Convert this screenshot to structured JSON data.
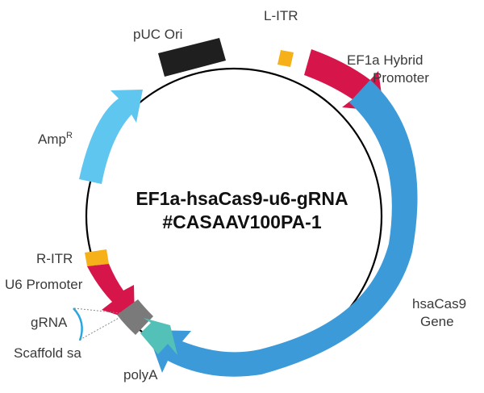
{
  "title_line1": "EF1a-hsaCas9-u6-gRNA",
  "title_line2": "#CASAAV100PA-1",
  "labels": {
    "puc_ori": "pUC Ori",
    "l_itr": "L-ITR",
    "ef1a_line1": "EF1a Hybrid",
    "ef1a_line2": "Promoter",
    "amp": "Amp",
    "amp_sup": "R",
    "r_itr": "R-ITR",
    "u6": "U6 Promoter",
    "grna": "gRNA",
    "scaffold": "Scaffold sa",
    "polya": "polyA",
    "cas9_line1": "hsaCas9",
    "cas9_line2": "Gene"
  },
  "colors": {
    "backbone": "#000000",
    "puc_ori": "#1f1f1f",
    "itr": "#f5b01a",
    "promoter": "#d6164a",
    "cas9": "#3c9ad8",
    "amp": "#5fc6f0",
    "polya": "#53c1b8",
    "scaffold": "#7a7a7a",
    "grna": "#2aa6e0"
  }
}
